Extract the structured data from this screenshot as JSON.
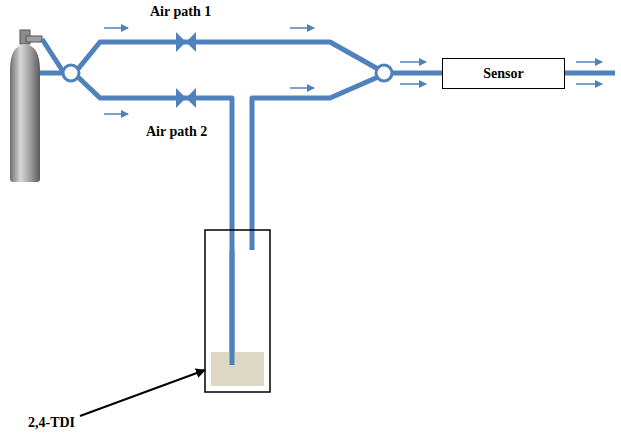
{
  "diagram": {
    "nodes": [
      {
        "text": [
          "Sensor"
        ]
      }
    ],
    "labels": [
      "Air path 1",
      "Air path 2",
      "2,4-TDI"
    ]
  }
}
